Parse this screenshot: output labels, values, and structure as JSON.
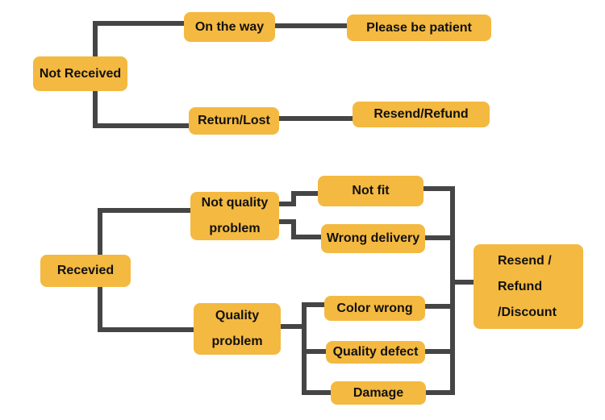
{
  "colors": {
    "node_fill": "#f4b941",
    "connector": "#454545",
    "text": "#111111",
    "background": "#ffffff"
  },
  "nodes": {
    "not_received": "Not Received",
    "on_the_way": "On the way",
    "please_be_patient": "Please be patient",
    "return_lost": "Return/Lost",
    "resend_refund": "Resend/Refund",
    "received": "Recevied",
    "not_quality_problem": "Not quality\nproblem",
    "quality_problem": "Quality\nproblem",
    "not_fit": "Not fit",
    "wrong_delivery": "Wrong delivery",
    "color_wrong": "Color wrong",
    "quality_defect": "Quality defect",
    "damage": "Damage",
    "resend_refund_discount": "Resend /\nRefund\n/Discount"
  }
}
